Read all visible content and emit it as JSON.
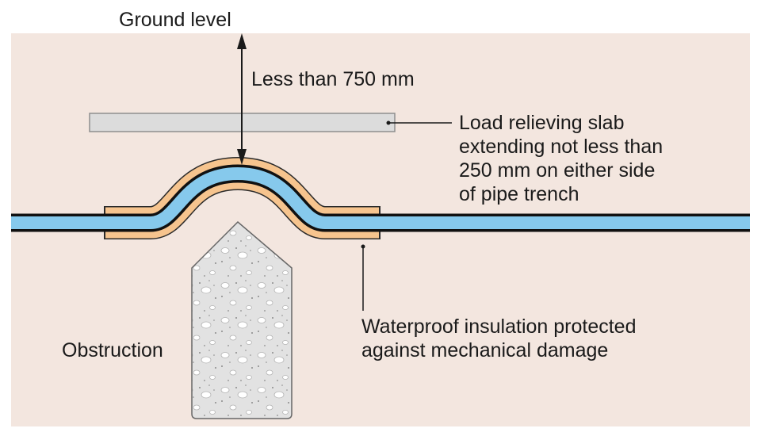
{
  "labels": {
    "ground_level": "Ground level",
    "depth": "Less than 750 mm",
    "slab_line1": "Load relieving slab",
    "slab_line2": "extending not less than",
    "slab_line3": "250 mm on either side",
    "slab_line4": "of pipe trench",
    "insulation_line1": "Waterproof insulation protected",
    "insulation_line2": "against mechanical damage",
    "obstruction": "Obstruction"
  },
  "colors": {
    "ground": "#f3e6df",
    "pipe": "#86c9ec",
    "insulation": "#f6c48e",
    "slab": "#dcdcdc",
    "obstruction": "#e3e3e3",
    "line": "#1a1a1a"
  }
}
